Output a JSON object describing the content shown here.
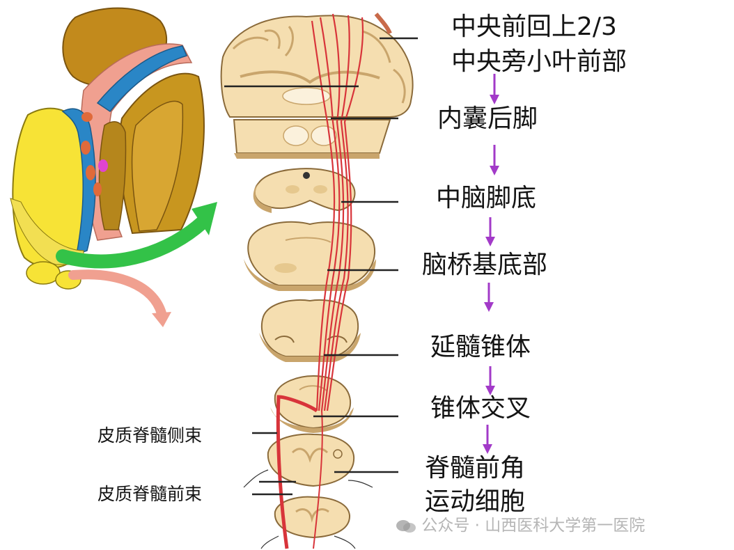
{
  "labels": {
    "precentral": "中央前回上2/3",
    "paracentral": "中央旁小叶前部",
    "internal_capsule": "内囊后脚",
    "cerebral_peduncle": "中脑脚底",
    "pons_basal": "脑桥基底部",
    "medulla_pyramid": "延髓锥体",
    "decussation": "锥体交叉",
    "anterior_horn_1": "脊髓前角",
    "anterior_horn_2": "运动细胞",
    "lateral_tract": "皮质脊髓侧束",
    "anterior_tract": "皮质脊髓前束"
  },
  "watermark": {
    "icon": "wechat-icon",
    "text": "公众号 · 山西医科大学第一医院"
  },
  "colors": {
    "tract_red": "#d8343a",
    "tissue": "#f5deb0",
    "tissue_shadow": "#c9a56c",
    "arrow_purple": "#a23ac8",
    "arrow_green": "#33c248",
    "arrow_salmon": "#f0a090",
    "thalamus_yellow": "#f7e336",
    "capsule_blue": "#2a86c6",
    "lobe_brown": "#c28a1c"
  }
}
